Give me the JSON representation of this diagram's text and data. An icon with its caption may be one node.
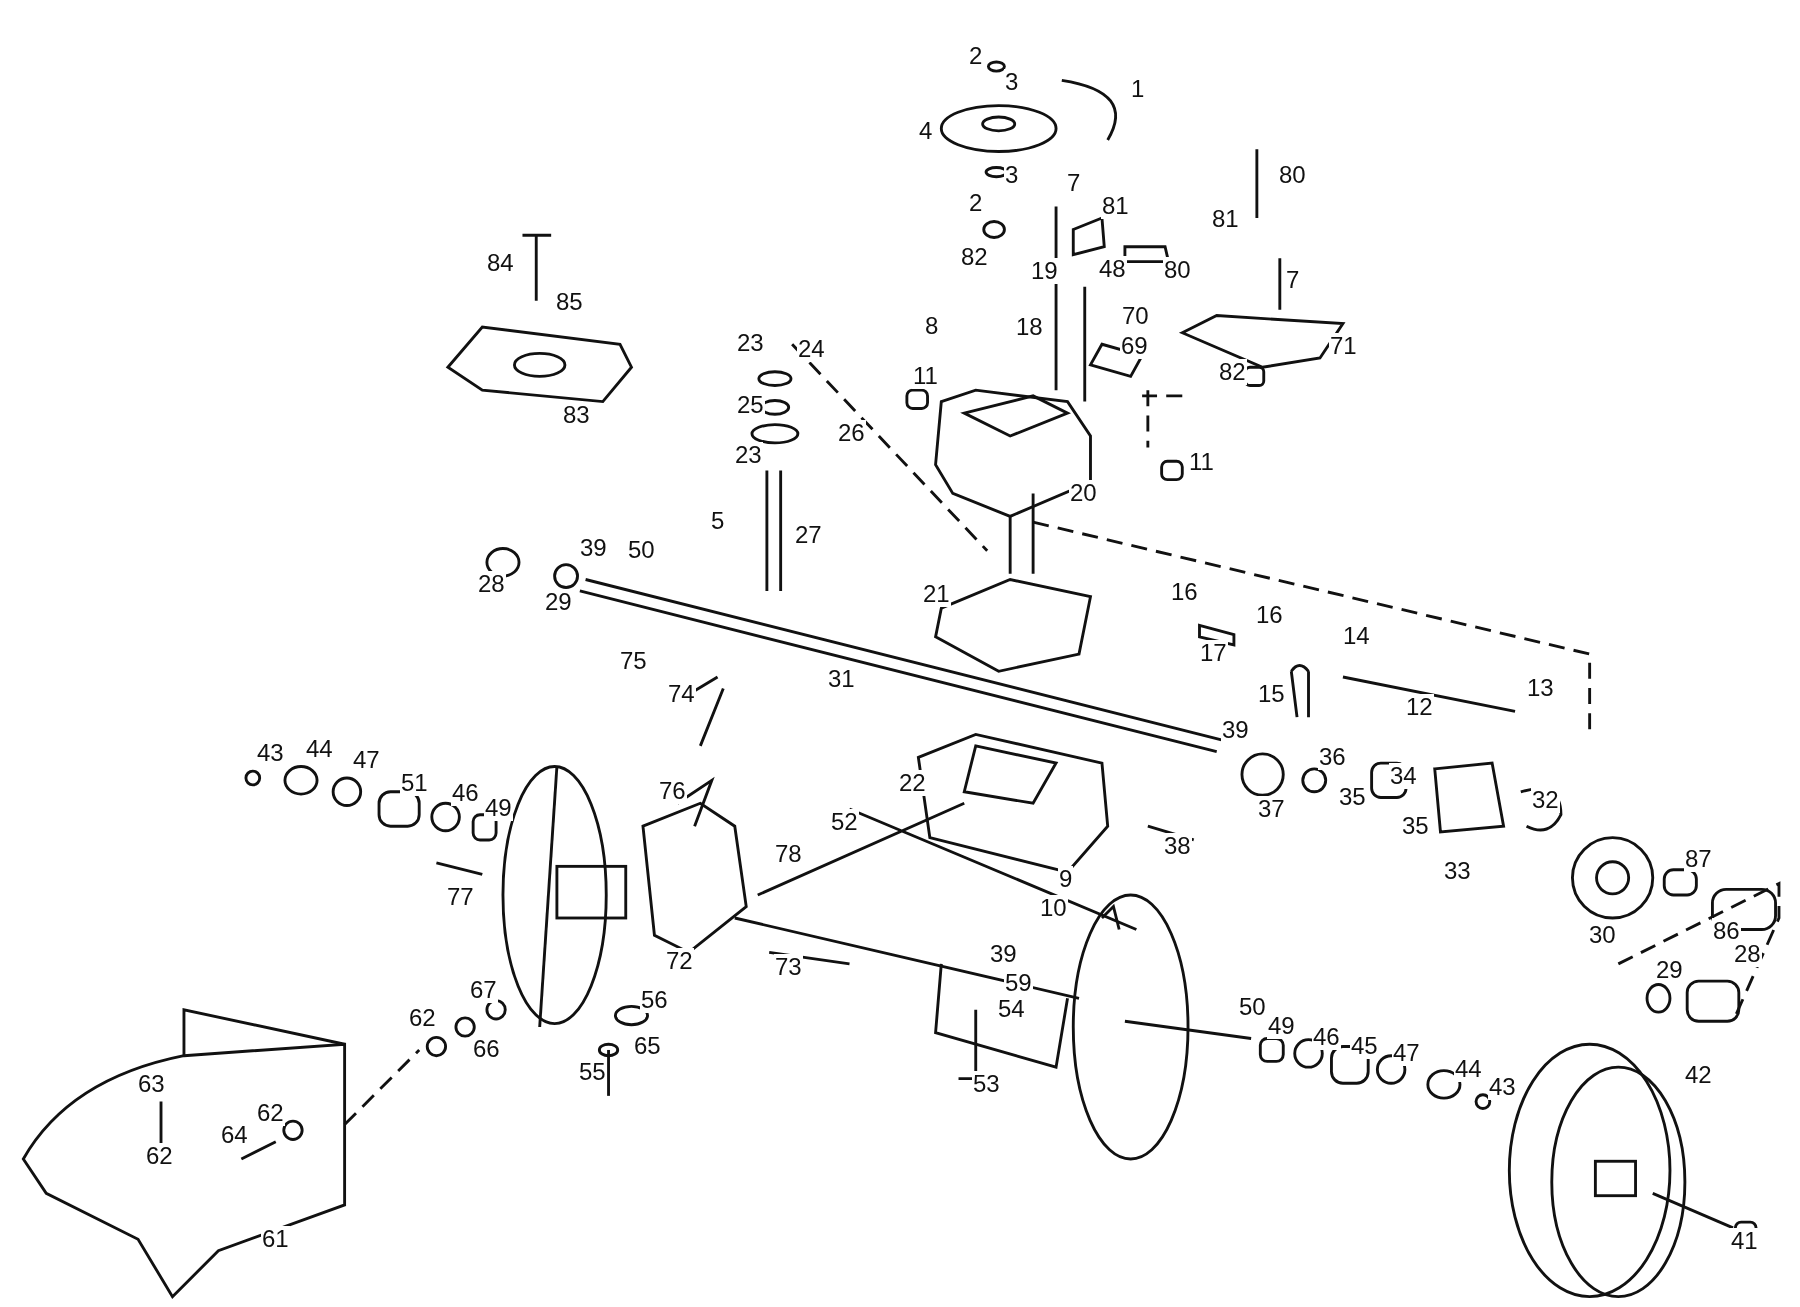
{
  "diagram": {
    "labels": [
      "2",
      "3",
      "1",
      "4",
      "3",
      "7",
      "80",
      "2",
      "81",
      "81",
      "82",
      "19",
      "80",
      "84",
      "48",
      "7",
      "85",
      "70",
      "8",
      "18",
      "23",
      "24",
      "69",
      "71",
      "82",
      "11",
      "25",
      "83",
      "26",
      "23",
      "11",
      "20",
      "5",
      "27",
      "39",
      "50",
      "28",
      "29",
      "21",
      "16",
      "16",
      "17",
      "14",
      "75",
      "31",
      "13",
      "15",
      "74",
      "12",
      "43",
      "44",
      "47",
      "51",
      "39",
      "36",
      "22",
      "34",
      "46",
      "49",
      "32",
      "76",
      "37",
      "35",
      "35",
      "52",
      "33",
      "38",
      "87",
      "9",
      "77",
      "78",
      "10",
      "30",
      "86",
      "72",
      "73",
      "39",
      "59",
      "29",
      "28",
      "56",
      "54",
      "67",
      "50",
      "62",
      "49",
      "66",
      "65",
      "46",
      "45",
      "47",
      "44",
      "43",
      "42",
      "55",
      "53",
      "63",
      "62",
      "64",
      "62",
      "61",
      "41"
    ]
  }
}
